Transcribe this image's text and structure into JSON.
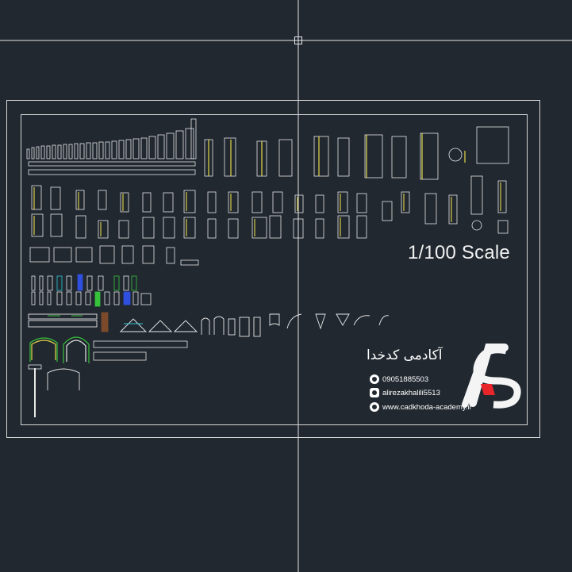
{
  "drawing": {
    "scale_label": "1/100 Scale",
    "brand": {
      "title": "آکادمی کدخدا",
      "phone": "09051885503",
      "instagram": "alirezakhalili5513",
      "website": "www.cadkhoda-academy.ir",
      "logo_letters": "AS"
    }
  },
  "icons": {
    "phone": "phone-icon",
    "instagram": "instagram-icon",
    "website": "globe-icon",
    "cursor": "crosshair-cursor-icon"
  },
  "colors": {
    "background": "#212830",
    "linework": "#e8e8e8",
    "accent_yellow": "#e6d84a",
    "accent_green": "#36c23a",
    "accent_blue": "#2f4fe0",
    "accent_cyan": "#2fc7d6",
    "logo_red": "#e8252b"
  }
}
